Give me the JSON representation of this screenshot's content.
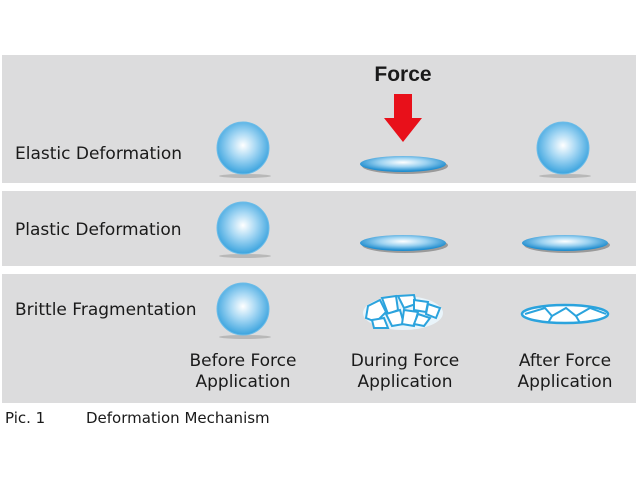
{
  "force_label": "Force",
  "rows": [
    {
      "label": "Elastic Deformation"
    },
    {
      "label": "Plastic Deformation"
    },
    {
      "label": "Brittle Fragmentation"
    }
  ],
  "columns": [
    {
      "line1": "Before Force",
      "line2": "Application"
    },
    {
      "line1": "During Force",
      "line2": "Application"
    },
    {
      "line1": "After Force",
      "line2": "Application"
    }
  ],
  "caption": {
    "number": "Pic. 1",
    "title": "Deformation Mechanism"
  },
  "colors": {
    "panel": "#dcdcdd",
    "sphere": "#5ab4e6",
    "arrow": "#e8101a"
  }
}
